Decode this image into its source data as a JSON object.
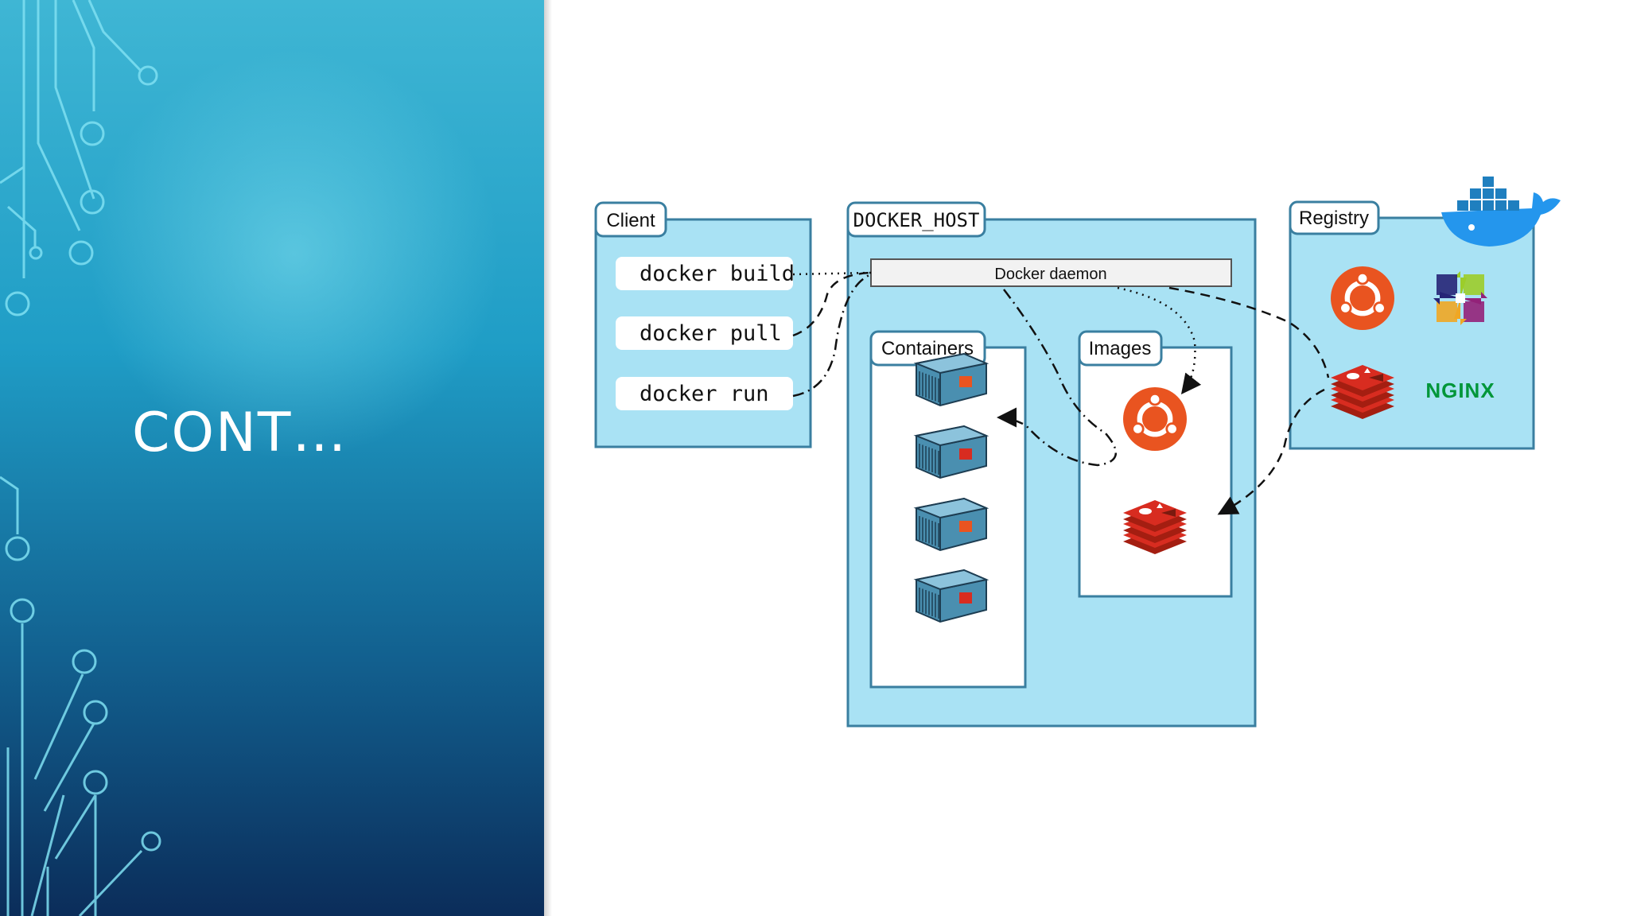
{
  "slide": {
    "title": "CONT…"
  },
  "diagram": {
    "client": {
      "label": "Client",
      "commands": [
        "docker build",
        "docker pull",
        "docker run"
      ]
    },
    "docker_host": {
      "label": "DOCKER_HOST",
      "daemon_label": "Docker daemon",
      "containers_label": "Containers",
      "images_label": "Images"
    },
    "registry": {
      "label": "Registry",
      "nginx_label": "NGINX"
    }
  },
  "colors": {
    "box_fill": "#a9e2f4",
    "box_stroke": "#3a7fa0",
    "ubuntu_orange": "#e95420",
    "redis_red": "#d82c20",
    "nginx_green": "#009639",
    "docker_blue": "#2496ed"
  }
}
